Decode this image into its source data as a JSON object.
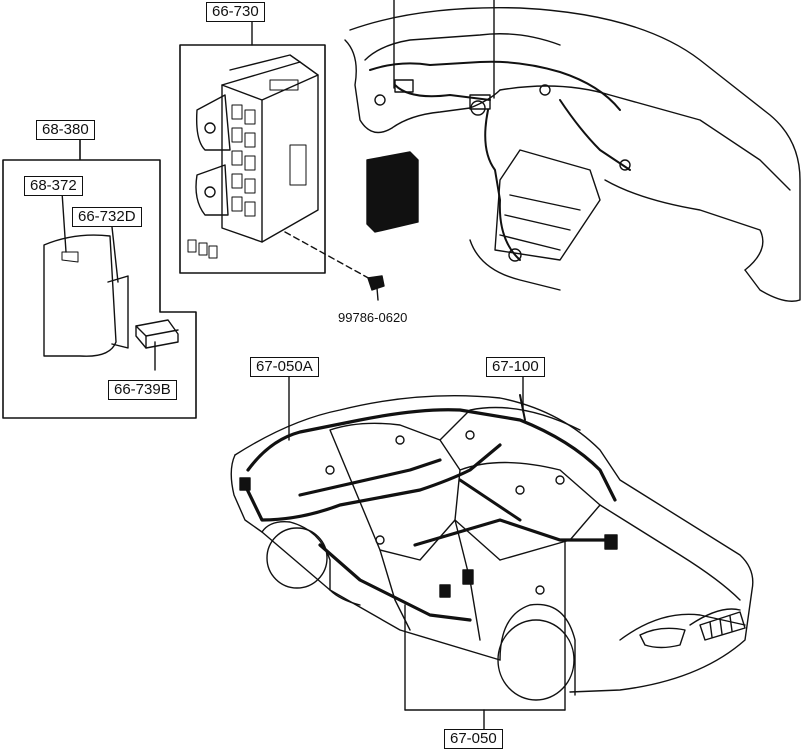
{
  "labels": {
    "fuse_block": "66-730",
    "cover_assembly": "68-380",
    "cover": "68-372",
    "relay_bracket": "66-732D",
    "relay": "66-739B",
    "screw": "99786-0620",
    "front_harness": "67-050A",
    "roof_harness": "67-100",
    "floor_harness": "67-050"
  },
  "colors": {
    "line": "#111111",
    "background": "#ffffff"
  }
}
